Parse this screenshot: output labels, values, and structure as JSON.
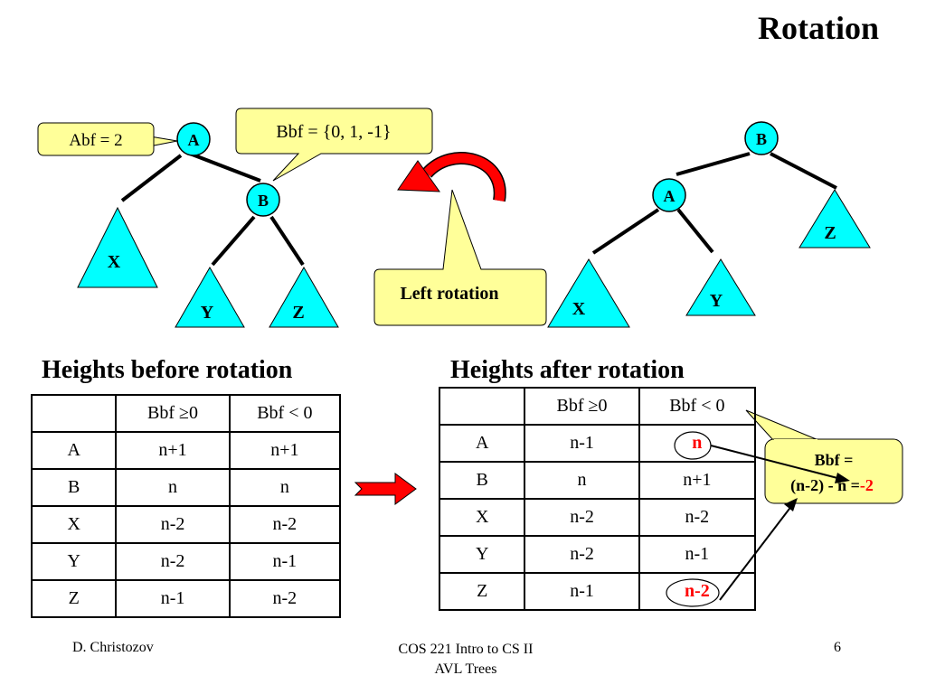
{
  "slide": {
    "title": "Rotation"
  },
  "tree_before": {
    "nodes": {
      "a": "A",
      "b": "B"
    },
    "subtrees": {
      "x": "X",
      "y": "Y",
      "z": "Z"
    }
  },
  "tree_after": {
    "nodes": {
      "b": "B",
      "a": "A"
    },
    "subtrees": {
      "x": "X",
      "y": "Y",
      "z": "Z"
    }
  },
  "callouts": {
    "abf": "Abf = 2",
    "bbf": "Bbf = {0, 1, -1}",
    "left_rotation": "Left rotation",
    "bbf_result_line1": "Bbf =",
    "bbf_result_line2": "(n-2) - n =",
    "bbf_result_value": "-2"
  },
  "tables": {
    "before": {
      "title": "Heights before rotation",
      "headers": [
        "",
        "Bbf ≥0",
        "Bbf < 0"
      ],
      "rows": [
        [
          "A",
          "n+1",
          "n+1"
        ],
        [
          "B",
          "n",
          "n"
        ],
        [
          "X",
          "n-2",
          "n-2"
        ],
        [
          "Y",
          "n-2",
          "n-1"
        ],
        [
          "Z",
          "n-1",
          "n-2"
        ]
      ]
    },
    "after": {
      "title": "Heights after rotation",
      "headers": [
        "",
        "Bbf ≥0",
        "Bbf < 0"
      ],
      "rows": [
        [
          "A",
          "n-1",
          "n"
        ],
        [
          "B",
          "n",
          "n+1"
        ],
        [
          "X",
          "n-2",
          "n-2"
        ],
        [
          "Y",
          "n-2",
          "n-1"
        ],
        [
          "Z",
          "n-1",
          "n-2"
        ]
      ]
    }
  },
  "footer": {
    "author": "D. Christozov",
    "course_line1": "COS 221 Intro to CS II",
    "course_line2": "AVL Trees",
    "page": "6"
  },
  "colors": {
    "node_fill": "#00ffff",
    "callout_fill": "#ffff99",
    "arrow_red": "#ff0000",
    "highlight": "#ff0000"
  }
}
